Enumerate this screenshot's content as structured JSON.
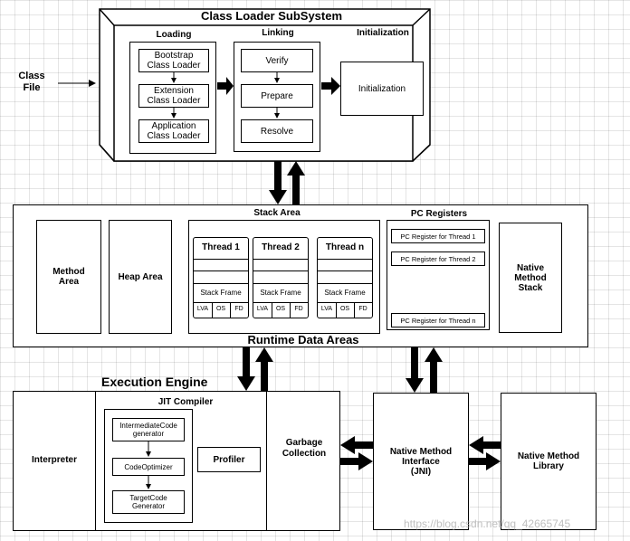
{
  "class_file": {
    "label": "Class\nFile"
  },
  "class_loader": {
    "title": "Class Loader SubSystem",
    "loading": {
      "label": "Loading",
      "items": [
        "Bootstrap\nClass Loader",
        "Extension\nClass Loader",
        "Application\nClass Loader"
      ]
    },
    "linking": {
      "label": "Linking",
      "items": [
        "Verify",
        "Prepare",
        "Resolve"
      ]
    },
    "initialization": {
      "label": "Initialization",
      "box": "Initialization"
    }
  },
  "runtime": {
    "title": "Runtime Data Areas",
    "method_area": "Method\nArea",
    "heap_area": "Heap Area",
    "stack_area": {
      "label": "Stack Area",
      "threads": [
        "Thread 1",
        "Thread 2",
        "Thread n"
      ],
      "stack_frame": "Stack Frame",
      "cells": [
        "LVA",
        "OS",
        "FD"
      ]
    },
    "pc_registers": {
      "label": "PC Registers",
      "items": [
        "PC Register for Thread 1",
        "PC Register for Thread 2",
        "PC Register for Thread n"
      ]
    },
    "native_method_stack": "Native\nMethod\nStack"
  },
  "execution": {
    "title": "Execution Engine",
    "interpreter": "Interpreter",
    "jit": {
      "label": "JIT Compiler",
      "steps": [
        "IntermediateCode\ngenerator",
        "CodeOptimizer",
        "TargetCode\nGenerator"
      ],
      "profiler": "Profiler"
    },
    "garbage_collection": "Garbage\nCollection"
  },
  "jni": "Native Method\nInterface\n(JNI)",
  "native_library": "Native Method\nLibrary",
  "watermark": "https://blog.csdn.net/qq_42665745"
}
